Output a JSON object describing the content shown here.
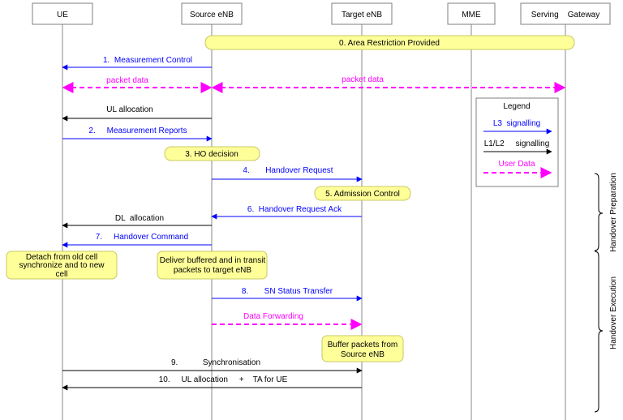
{
  "colors": {
    "l3": "#0000ff",
    "l1l2": "#000000",
    "user_data": "#ff00ff",
    "note_fill": "#ffff99",
    "note_stroke": "#c8c864",
    "lifeline": "#888888",
    "box_stroke": "#7f7f7f"
  },
  "entities": {
    "ue": "UE",
    "source_enb": "Source eNB",
    "target_enb": "Target eNB",
    "mme": "MME",
    "serving_gw": "Serving    Gateway"
  },
  "steps": {
    "area_restriction": "0.  Area Restriction Provided",
    "measurement_control": "1.  Measurement Control",
    "packet_data_ue": "packet data",
    "packet_data_gw": "packet data",
    "ul_allocation": "UL allocation",
    "measurement_reports": "2.     Measurement Reports",
    "ho_decision": "3.  HO decision",
    "handover_request": "4.       Handover Request",
    "admission_control": "5.  Admission Control",
    "handover_request_ack": "6.  Handover Request Ack",
    "dl_allocation": "DL  allocation",
    "handover_command": "7.     Handover Command",
    "detach_line1": "Detach from old cell",
    "detach_line2": "synchronize and to new",
    "detach_line3": "cell",
    "deliver_line1": "Deliver buffered and in transit",
    "deliver_line2": "packets to target eNB",
    "sn_status_transfer": "8.       SN Status Transfer",
    "data_forwarding": "Data Forwarding",
    "buffer_line1": "Buffer packets from",
    "buffer_line2": "Source eNB",
    "synchronisation": "9.           Synchronisation",
    "ul_allocation_ta": "10.     UL allocation     +    TA for UE"
  },
  "legend": {
    "title": "Legend",
    "l3": "L3  signalling",
    "l1l2": "L1/L2     signalling",
    "user_data": "User Data"
  },
  "phases": {
    "preparation": "Handover Preparation",
    "execution": "Handover Execution"
  }
}
